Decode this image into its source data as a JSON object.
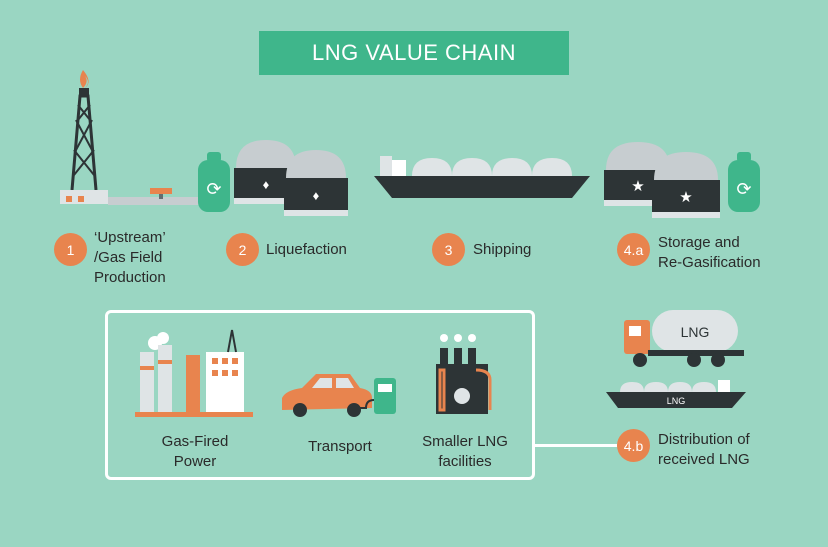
{
  "title": "LNG VALUE CHAIN",
  "steps": [
    {
      "number": "1",
      "label": "‘Upstream’\n/Gas Field\nProduction"
    },
    {
      "number": "2",
      "label": "Liquefaction"
    },
    {
      "number": "3",
      "label": "Shipping"
    },
    {
      "number": "4.a",
      "label": "Storage and\nRe-Gasification"
    },
    {
      "number": "4.b",
      "label": "Distribution of\nreceived LNG"
    }
  ],
  "uses": [
    {
      "label": "Gas-Fired\nPower"
    },
    {
      "label": "Transport"
    },
    {
      "label": "Smaller LNG\nfacilities"
    }
  ],
  "truck_label": "LNG",
  "ship_label": "LNG",
  "colors": {
    "background": "#9ad6c2",
    "banner": "#3fb68b",
    "badge": "#e8844e",
    "tank_green": "#3fb68b",
    "dark": "#2d3436",
    "orange": "#e8844e"
  },
  "icons": [
    "drilling-rig-icon",
    "gas-bottle-icon",
    "lng-tank-icon",
    "lng-ship-icon",
    "power-plant-icon",
    "car-icon",
    "charging-station-icon",
    "factory-icon",
    "tanker-truck-icon"
  ]
}
